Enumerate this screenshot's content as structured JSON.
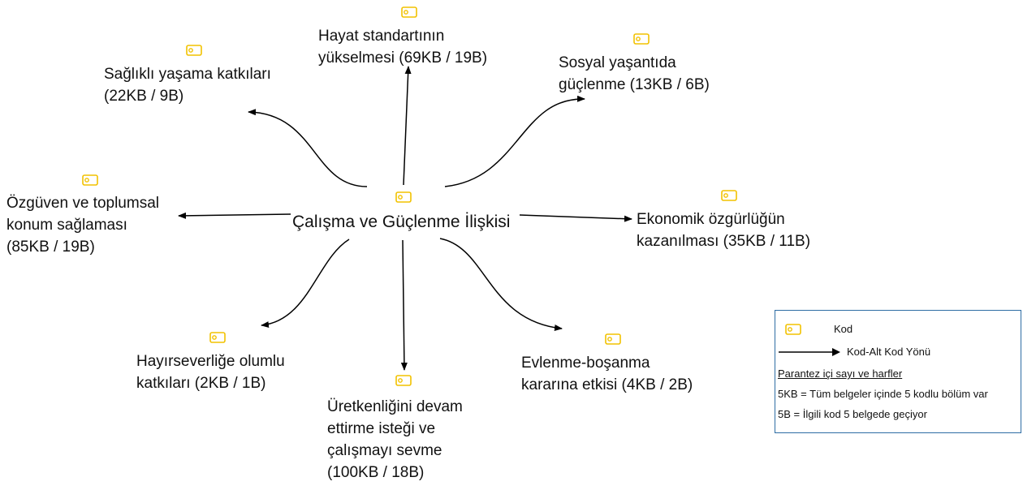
{
  "diagram": {
    "center": {
      "label": "Çalışma ve Güçlenme İlişkisi"
    },
    "nodes": [
      {
        "id": "hayat",
        "label": "Hayat standartının\nyükselmesi (69KB / 19B)"
      },
      {
        "id": "sosyal",
        "label": "Sosyal yaşantıda\ngüçlenme (13KB / 6B)"
      },
      {
        "id": "saglikli",
        "label": "Sağlıklı yaşama katkıları\n(22KB / 9B)"
      },
      {
        "id": "ozguven",
        "label": "Özgüven ve toplumsal\nkonum sağlaması\n(85KB / 19B)"
      },
      {
        "id": "ekonomik",
        "label": "Ekonomik özgürlüğün\nkazanılması (35KB / 11B)"
      },
      {
        "id": "hayirsever",
        "label": "Hayırseverliğe olumlu\nkatkıları (2KB / 1B)"
      },
      {
        "id": "uretken",
        "label": "Üretkenliğini devam\nettirme isteği ve\nçalışmayı sevme\n(100KB / 18B)"
      },
      {
        "id": "evlenme",
        "label": "Evlenme-boşanma\nkararına etkisi (4KB / 2B)"
      }
    ],
    "icon": "code-tag-icon",
    "icon_color": "#f2c200",
    "arrow_color": "#000000"
  },
  "legend": {
    "code_label": "Kod",
    "arrow_label": "Kod-Alt Kod Yönü",
    "heading": "Parantez içi sayı ve harfler",
    "line1": "5KB = Tüm belgeler içinde 5 kodlu bölüm var",
    "line2": "5B = İlgili kod 5 belgede geçiyor",
    "border_color": "#2e6da4"
  }
}
